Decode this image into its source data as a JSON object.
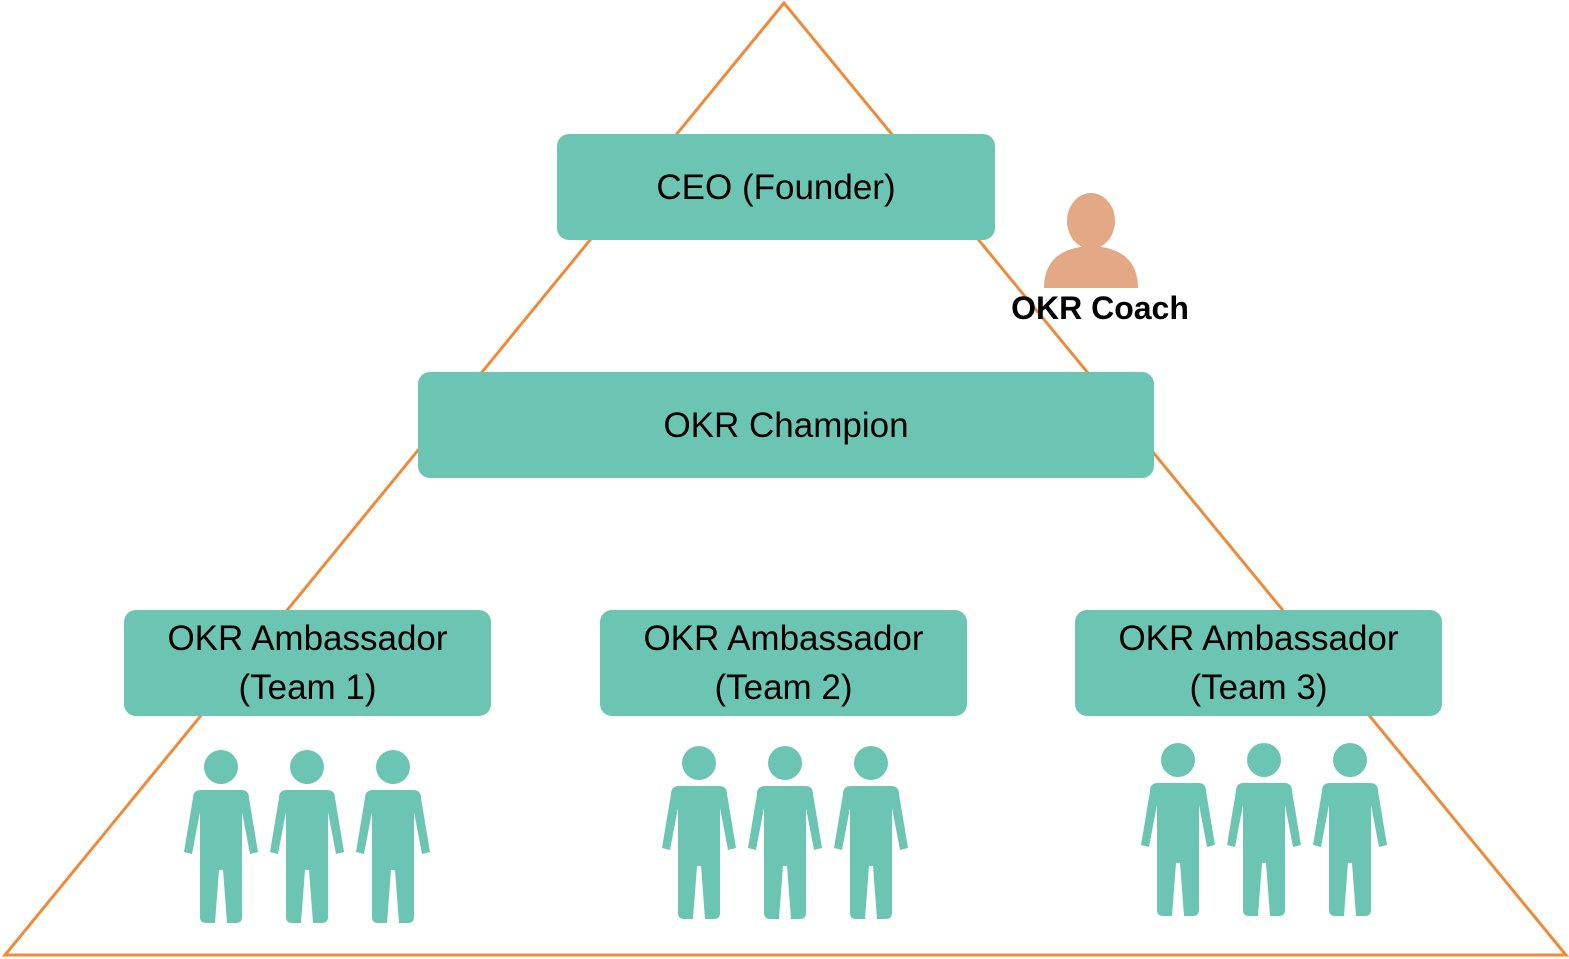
{
  "colors": {
    "box_fill": "#6cc5b2",
    "person_fill": "#6cc5b2",
    "coach_fill": "#e2a984",
    "outline": "#ee8b3a"
  },
  "icons": {
    "team_member": "person-icon",
    "coach": "user-avatar-icon"
  },
  "levels": {
    "ceo": "CEO (Founder)",
    "champion": "OKR Champion",
    "ambassadors": [
      {
        "line1": "OKR Ambassador",
        "line2": "(Team 1)"
      },
      {
        "line1": "OKR Ambassador",
        "line2": "(Team 2)"
      },
      {
        "line1": "OKR Ambassador",
        "line2": "(Team 3)"
      }
    ]
  },
  "coach": {
    "label": "OKR Coach"
  },
  "teams_member_count": [
    3,
    3,
    3
  ]
}
